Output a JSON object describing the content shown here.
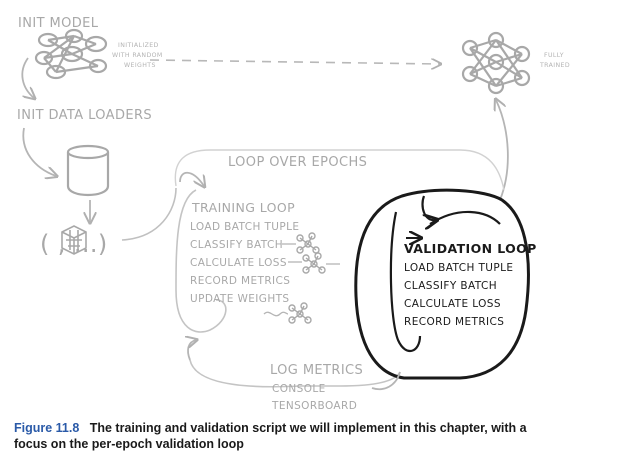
{
  "init_model": {
    "title": "INIT MODEL",
    "note_lines": [
      "INITIALIZED",
      "WITH RANDOM",
      "WEIGHTS"
    ]
  },
  "trained_model": {
    "note_lines": [
      "FULLY",
      "TRAINED"
    ]
  },
  "init_loaders": {
    "title": "INIT DATA LOADERS",
    "tuple_text": "(   , ...)"
  },
  "loop_over_epochs": {
    "title": "LOOP OVER EPOCHS"
  },
  "training_loop": {
    "title": "TRAINING LOOP",
    "steps": [
      "LOAD BATCH TUPLE",
      "CLASSIFY BATCH",
      "CALCULATE LOSS",
      "RECORD METRICS",
      "UPDATE WEIGHTS"
    ]
  },
  "validation_loop": {
    "title": "VALIDATION LOOP",
    "steps": [
      "LOAD BATCH TUPLE",
      "CLASSIFY BATCH",
      "CALCULATE LOSS",
      "RECORD METRICS"
    ]
  },
  "log_metrics": {
    "title": "LOG METRICS",
    "items": [
      "CONSOLE",
      "TENSORBOARD"
    ]
  },
  "caption": {
    "label": "Figure 11.8",
    "title_line1": "The training and validation script we will implement in this chapter, with a",
    "title_line2": "focus on the per-epoch validation loop"
  },
  "colors": {
    "faint": "#a8a8a8",
    "dark": "#1a1a1a",
    "caption_label": "#2a5aa8"
  }
}
